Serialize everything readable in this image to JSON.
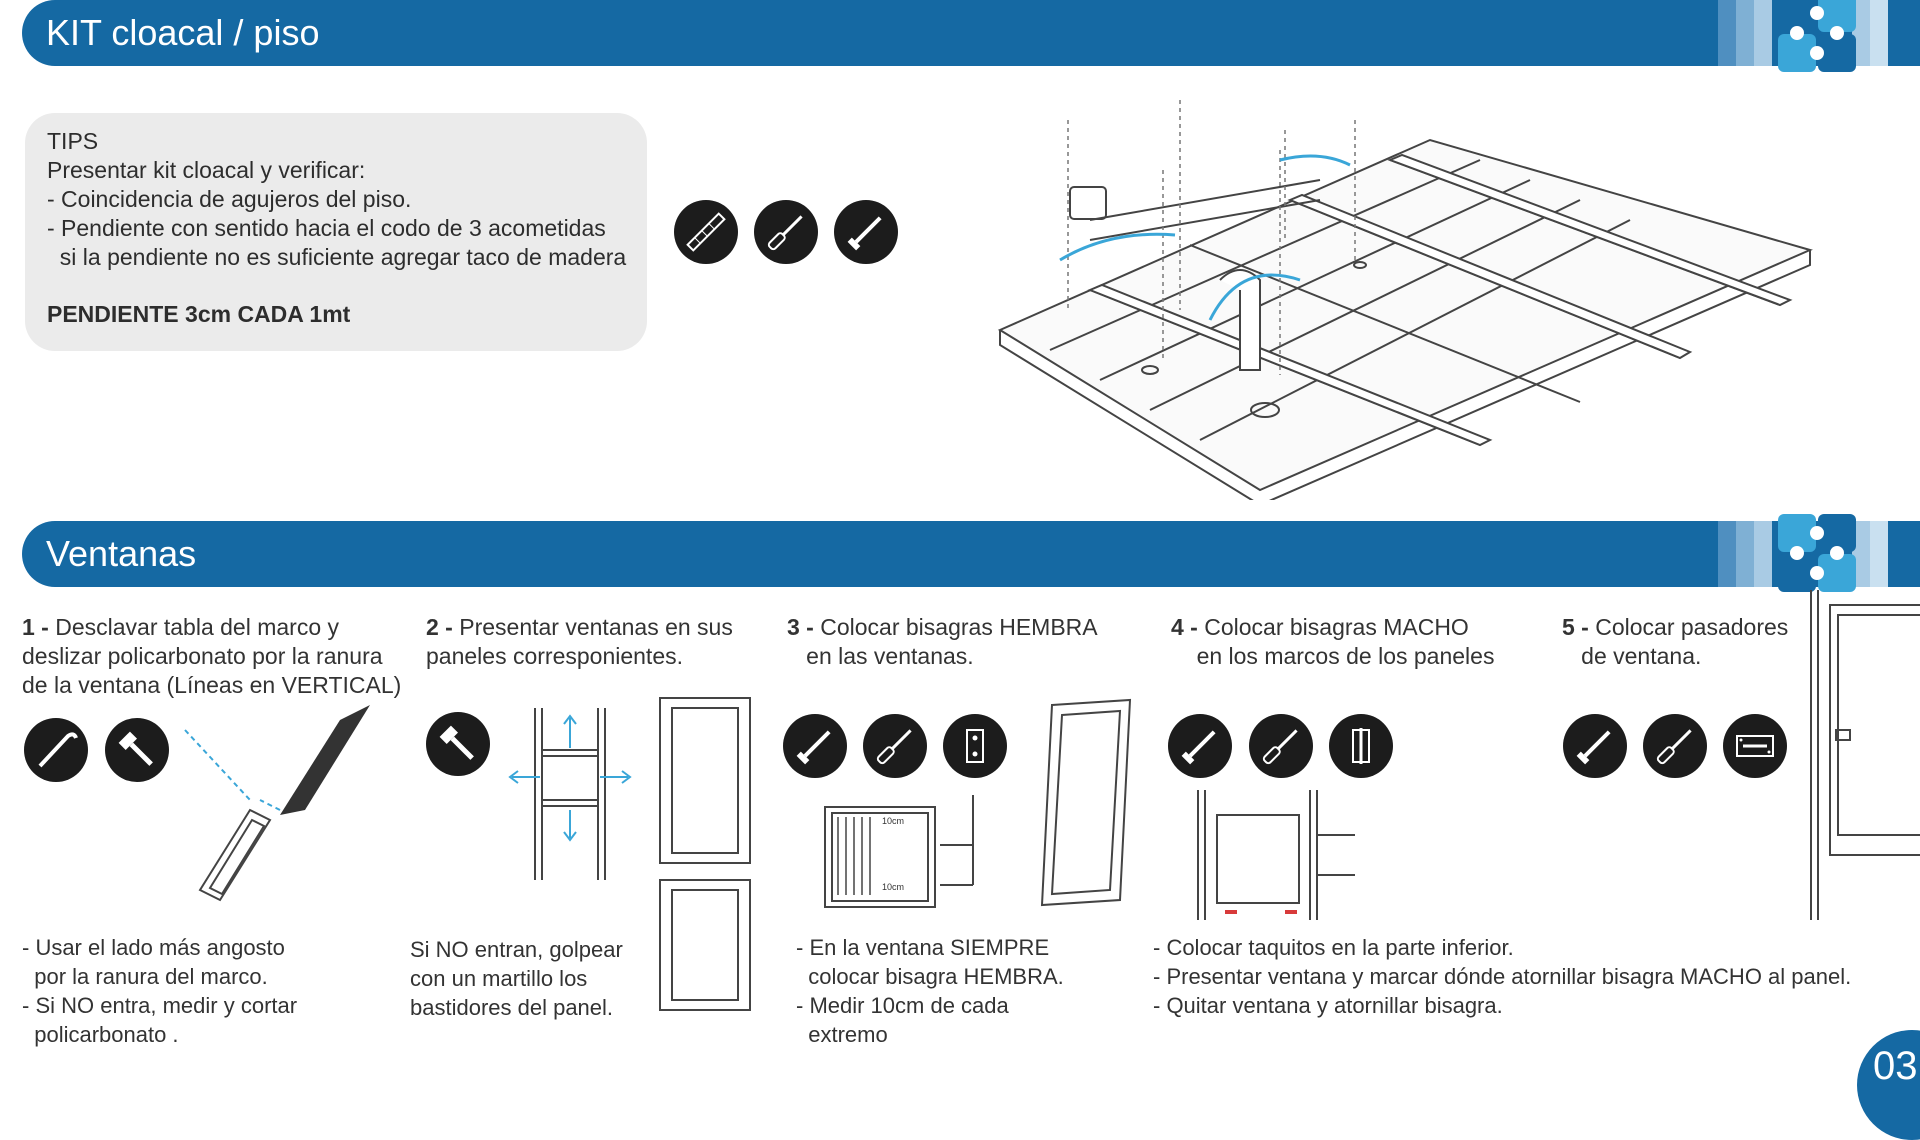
{
  "section1": {
    "title": "KIT cloacal / piso"
  },
  "tips": {
    "heading": "TIPS",
    "line1": "Presentar kit cloacal y verificar:",
    "line2": "- Coincidencia de agujeros del piso.",
    "line3": "- Pendiente con sentido hacia el codo de 3 acometidas",
    "line4": "  si la pendiente no es suficiente agregar taco de madera",
    "emphasis": "PENDIENTE 3cm CADA 1mt"
  },
  "tools1": [
    "level-icon",
    "screwdriver-icon",
    "screw-icon"
  ],
  "section2": {
    "title": "Ventanas"
  },
  "steps": [
    {
      "num": "1 -",
      "line1": "Desclavar tabla del marco y",
      "line2": "deslizar policarbonato por la ranura",
      "line3": "de la ventana (Líneas en VERTICAL)"
    },
    {
      "num": "2 -",
      "line1": "Presentar ventanas en sus",
      "line2": "paneles corresponientes.",
      "line3": ""
    },
    {
      "num": "3 -",
      "line1": "Colocar bisagras HEMBRA",
      "line2": "en las ventanas.",
      "line3": ""
    },
    {
      "num": "4 -",
      "line1": "Colocar bisagras MACHO",
      "line2": "en los marcos de los paneles",
      "line3": ""
    },
    {
      "num": "5 -",
      "line1": "Colocar pasadores",
      "line2": "de ventana.",
      "line3": ""
    }
  ],
  "notes": {
    "n1": {
      "l1": "- Usar el lado más angosto",
      "l2": "  por la ranura del marco.",
      "l3": "- Si NO entra, medir y cortar",
      "l4": "  policarbonato ."
    },
    "n2": {
      "l1": "Si NO entran, golpear",
      "l2": "con un martillo los",
      "l3": "bastidores del panel."
    },
    "n3": {
      "l1": "- En la ventana SIEMPRE",
      "l2": "  colocar bisagra HEMBRA.",
      "l3": "- Medir 10cm de cada",
      "l4": "  extremo"
    },
    "n4": {
      "l1": "- Colocar taquitos en la parte inferior.",
      "l2": "- Presentar ventana y marcar dónde atornillar bisagra MACHO al panel.",
      "l3": "- Quitar ventana y atornillar bisagra."
    }
  },
  "labels": {
    "measure_top": "10cm",
    "measure_bottom": "10cm"
  },
  "page": {
    "number": "03"
  },
  "colors": {
    "brand": "#1569a3",
    "accent": "#3aa6d8"
  }
}
